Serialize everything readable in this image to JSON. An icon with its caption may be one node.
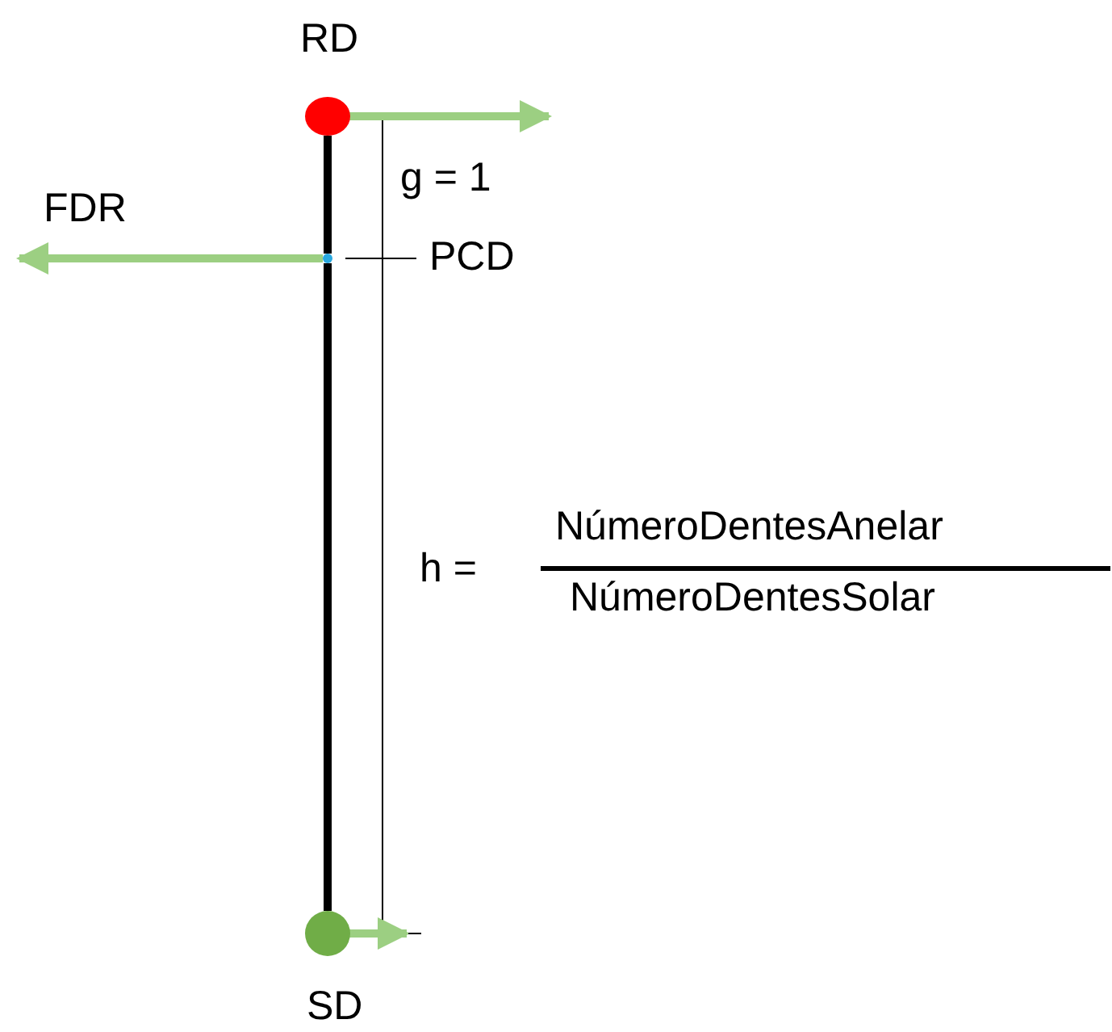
{
  "diagram": {
    "nodes": [
      {
        "text": [
          "RD"
        ]
      },
      {
        "text": [
          "PCD"
        ]
      },
      {
        "text": [
          "SD"
        ]
      }
    ],
    "edges": [
      {
        "from": 0,
        "to": 1,
        "arrow": "none"
      },
      {
        "from": 1,
        "to": 2,
        "arrow": "none"
      }
    ],
    "labels": [
      "FDR",
      "g = 1",
      "h =",
      "NúmeroDentesAnelar",
      "NúmeroDentesSolar"
    ]
  }
}
